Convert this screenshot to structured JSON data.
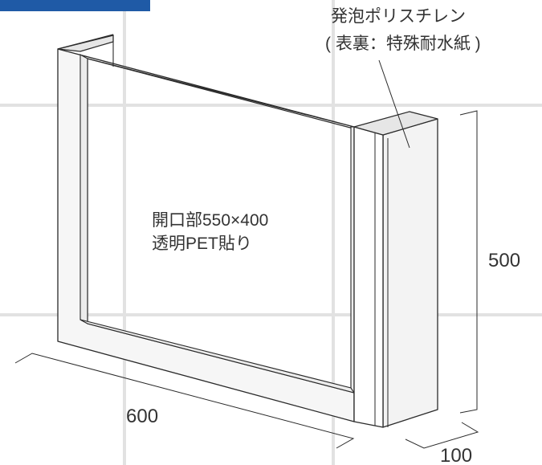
{
  "material": {
    "line1": "発泡ポリスチレン",
    "line2": "( 表裏：特殊耐水紙 )"
  },
  "opening": {
    "line1": "開口部550×400",
    "line2": "透明PET貼り"
  },
  "dimensions": {
    "height": "500",
    "width": "600",
    "depth": "100"
  },
  "colors": {
    "background": "#ffffff",
    "grid": "#e2e2e2",
    "badge": "#1f5aa6",
    "panel_face": "#f6f6f6",
    "panel_edge": "#e6e6e6",
    "outline": "#2a2a2a",
    "text": "#333333"
  }
}
